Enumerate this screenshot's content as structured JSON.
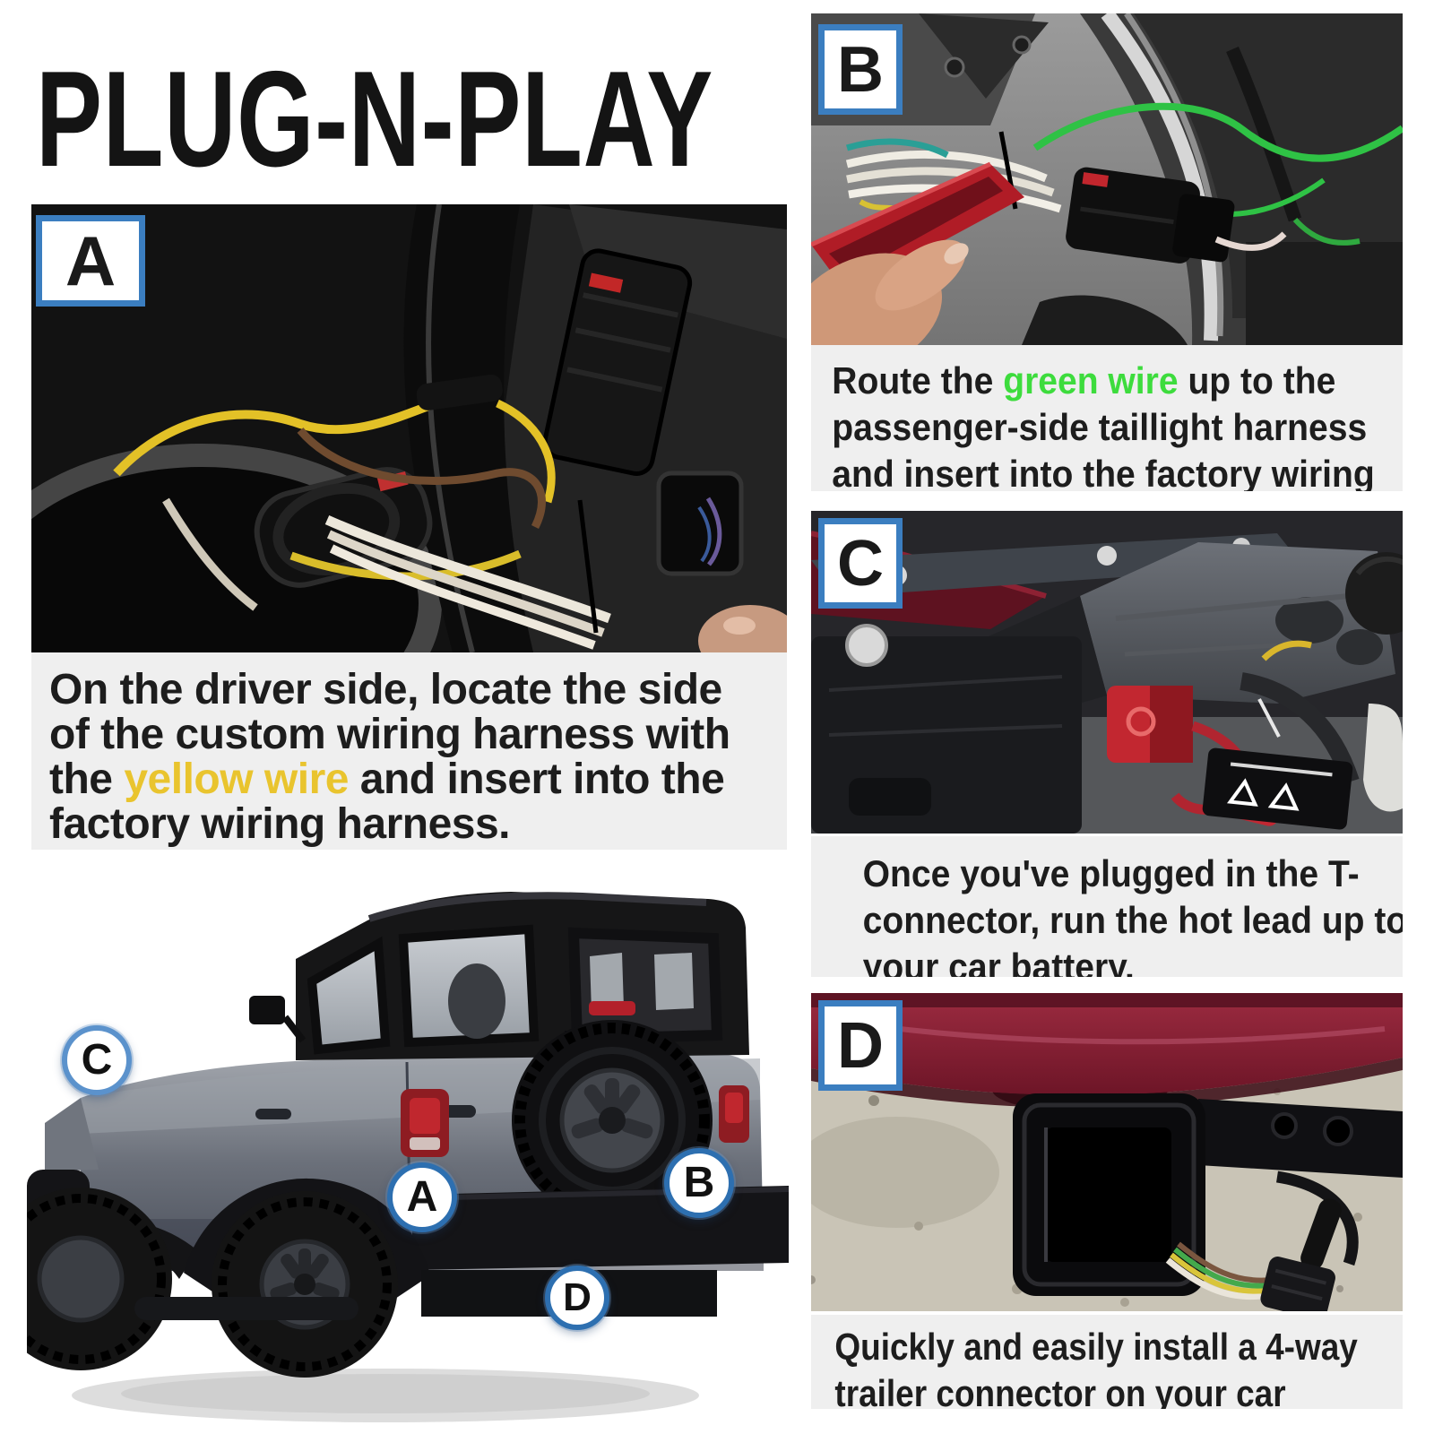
{
  "title": "PLUG-N-PLAY",
  "colors": {
    "accent_blue_border": "#3b7ec0",
    "callout_ring_blue": "#2d6fb0",
    "caption_background": "#efefef",
    "text_dark": "#1d1d1d",
    "highlight_yellow": "#e9c42e",
    "highlight_green": "#3ddc3d"
  },
  "sections": {
    "a": {
      "label": "A",
      "caption": {
        "pre": "On the driver side, locate the side of the custom wiring harness with the ",
        "highlight": "yellow wire",
        "post": " and insert into the factory wiring harness."
      }
    },
    "b": {
      "label": "B",
      "caption": {
        "pre": "Route the ",
        "highlight": "green wire",
        "post": " up to the passenger-side taillight harness and insert into the factory wiring"
      }
    },
    "c": {
      "label": "C",
      "caption": {
        "pre": "Once you've plugged in the T-connector, run the hot lead up to your car battery.",
        "highlight": "",
        "post": ""
      }
    },
    "d": {
      "label": "D",
      "caption": {
        "pre": "Quickly and easily install a 4-way trailer connector on your car",
        "highlight": "",
        "post": ""
      }
    }
  },
  "jeep": {
    "callouts": [
      {
        "letter": "C"
      },
      {
        "letter": "A"
      },
      {
        "letter": "B"
      },
      {
        "letter": "D"
      }
    ]
  }
}
